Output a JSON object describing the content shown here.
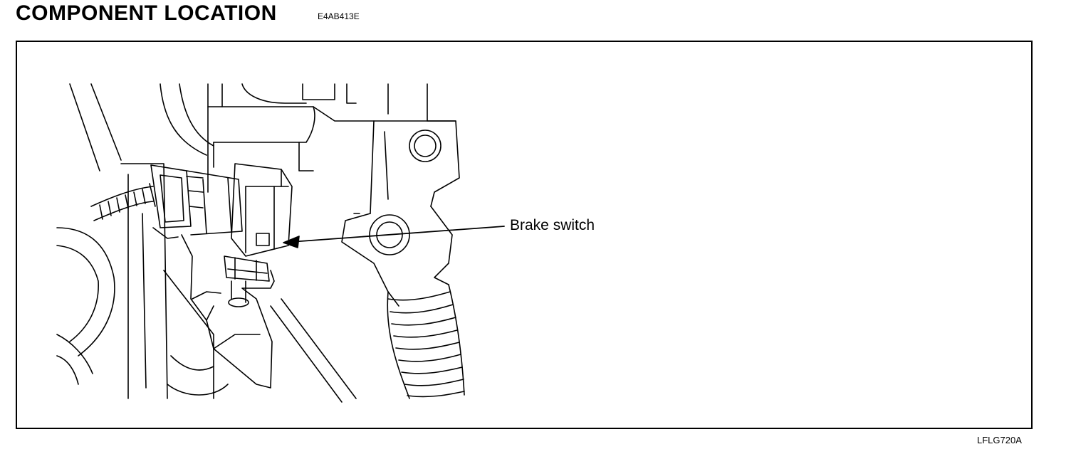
{
  "header": {
    "title": "COMPONENT LOCATION",
    "code": "E4AB413E"
  },
  "figure": {
    "callout_label": "Brake switch",
    "figure_code": "LFLG720A"
  }
}
